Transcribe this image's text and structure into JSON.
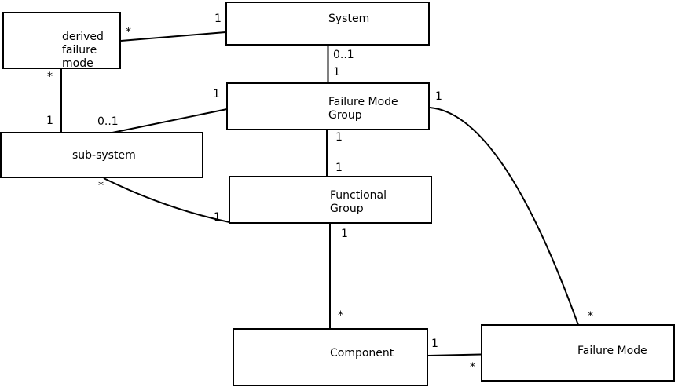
{
  "diagram": {
    "kind": "uml-class-relationship-diagram",
    "colors": {
      "background": "#ffffff",
      "line": "#000000",
      "box_fill": "#ffffff",
      "text": "#000000"
    },
    "entities": [
      {
        "id": "derived-failure-mode",
        "label": "derived\nfailure\nmode"
      },
      {
        "id": "system",
        "label": "System"
      },
      {
        "id": "failure-mode-group",
        "label": "Failure Mode\nGroup"
      },
      {
        "id": "sub-system",
        "label": "sub-system"
      },
      {
        "id": "functional-group",
        "label": "Functional\nGroup"
      },
      {
        "id": "component",
        "label": "Component"
      },
      {
        "id": "failure-mode",
        "label": "Failure Mode"
      }
    ],
    "relationships": [
      {
        "from": "system",
        "to": "derived-failure-mode",
        "from_label": "1",
        "to_label": "*"
      },
      {
        "from": "system",
        "to": "failure-mode-group",
        "from_label": "0..1",
        "to_label": "1"
      },
      {
        "from": "derived-failure-mode",
        "to": "sub-system",
        "from_label": "*",
        "to_label": "1"
      },
      {
        "from": "failure-mode-group",
        "to": "sub-system",
        "from_label": "1",
        "to_label": "0..1"
      },
      {
        "from": "failure-mode-group",
        "to": "functional-group",
        "from_label": "1",
        "to_label": "1"
      },
      {
        "from": "sub-system",
        "to": "functional-group",
        "from_label": "*",
        "to_label": "1"
      },
      {
        "from": "functional-group",
        "to": "component",
        "from_label": "1",
        "to_label": "*"
      },
      {
        "from": "component",
        "to": "failure-mode",
        "from_label": "1",
        "to_label": "*"
      },
      {
        "from": "failure-mode-group",
        "to": "failure-mode",
        "from_label": "1",
        "to_label": "*"
      }
    ]
  }
}
